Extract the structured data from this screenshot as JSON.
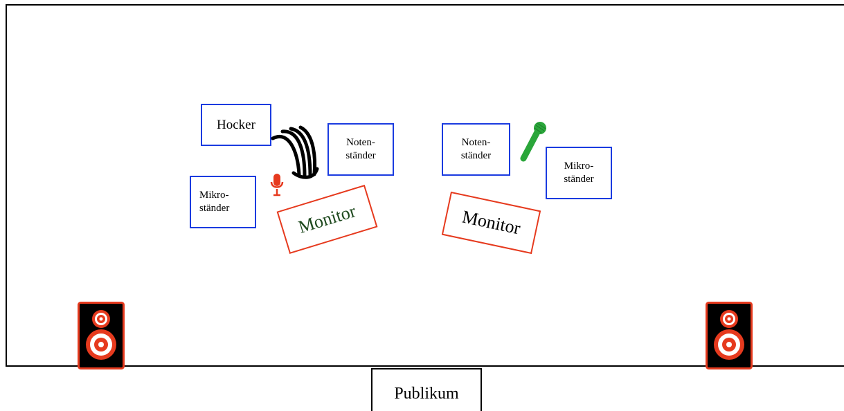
{
  "labels": {
    "hocker": "Hocker",
    "notenstaender_left": "Noten-\nständer",
    "notenstaender_right": "Noten-\nständer",
    "mikrostaender_left": "Mikro-\nständer",
    "mikrostaender_right": "Mikro-\nständer",
    "monitor_left": "Monitor",
    "monitor_right": "Monitor",
    "publikum": "Publikum"
  },
  "colors": {
    "equipment_border": "#1a3be0",
    "monitor_border": "#e63a1e",
    "monitor_left_text": "#1f4a1f",
    "mic_red": "#e63a1e",
    "mic_green": "#2aa63a",
    "speaker_red": "#e63a1e"
  },
  "icons": {
    "harp": "harp-icon",
    "mic_left": "microphone-icon",
    "mic_right": "handheld-microphone-icon",
    "speaker_left": "speaker-icon",
    "speaker_right": "speaker-icon"
  }
}
